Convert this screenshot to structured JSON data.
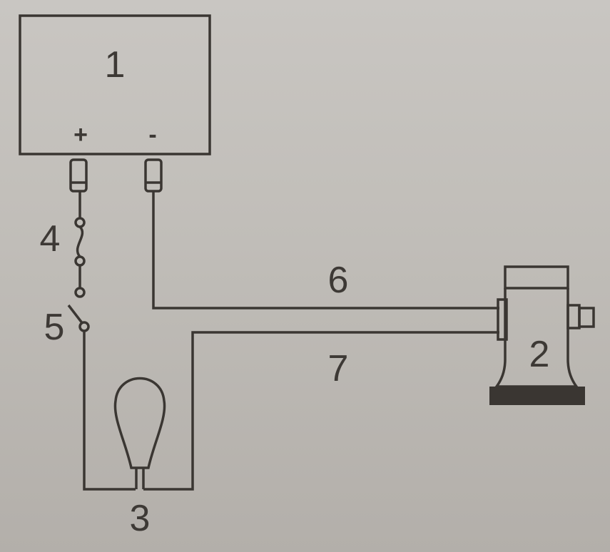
{
  "labels": {
    "battery": "1",
    "pump": "2",
    "float_switch": "3",
    "fuse": "4",
    "switch": "5",
    "wire_upper": "6",
    "wire_lower": "7"
  },
  "terminals": {
    "positive": "+",
    "negative": "-"
  },
  "colors": {
    "ink": "#3a3632",
    "paper": "#c1beb9"
  }
}
